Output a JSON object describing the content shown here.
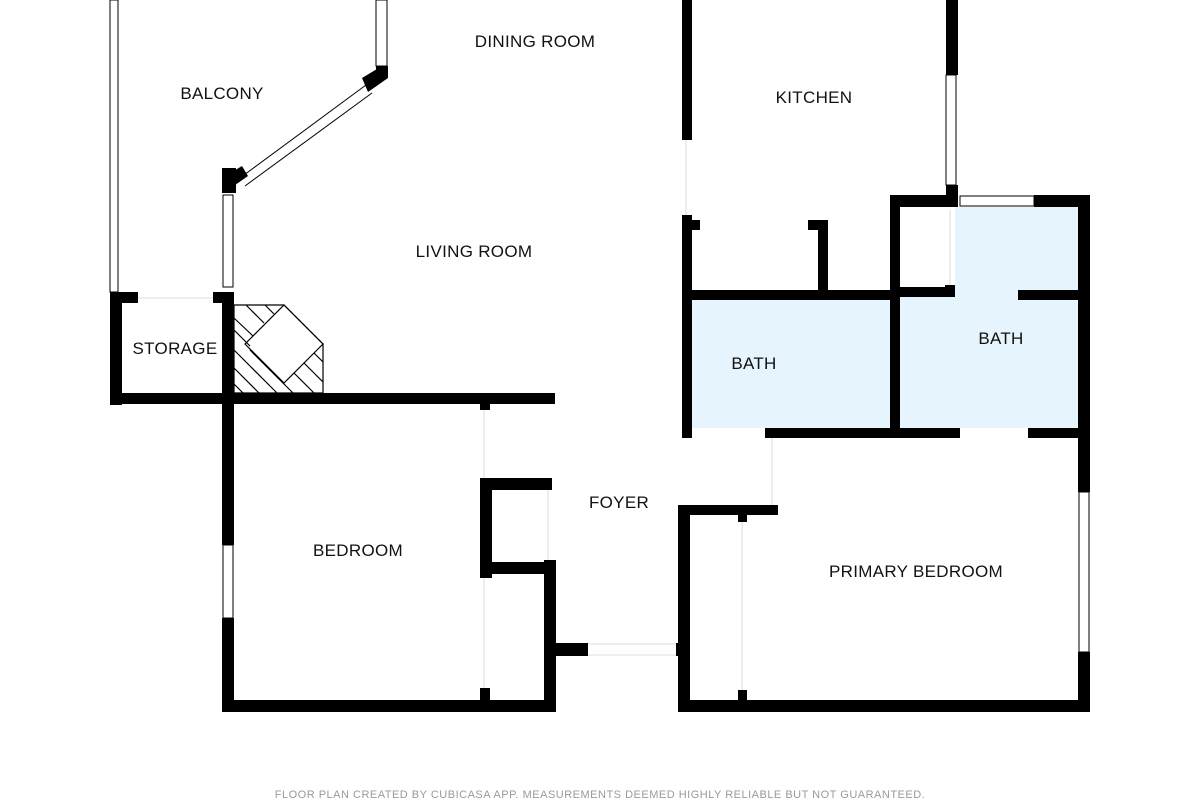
{
  "rooms": {
    "dining_room": "DINING ROOM",
    "balcony": "BALCONY",
    "kitchen": "KITCHEN",
    "living_room": "LIVING ROOM",
    "storage": "STORAGE",
    "bath_1": "BATH",
    "bath_2": "BATH",
    "foyer": "FOYER",
    "bedroom": "BEDROOM",
    "primary_bedroom": "PRIMARY BEDROOM"
  },
  "colors": {
    "wall": "#000000",
    "bath_fill": "#e6f4fd"
  },
  "footer": "FLOOR PLAN CREATED BY CUBICASA APP. MEASUREMENTS DEEMED HIGHLY RELIABLE BUT NOT GUARANTEED."
}
